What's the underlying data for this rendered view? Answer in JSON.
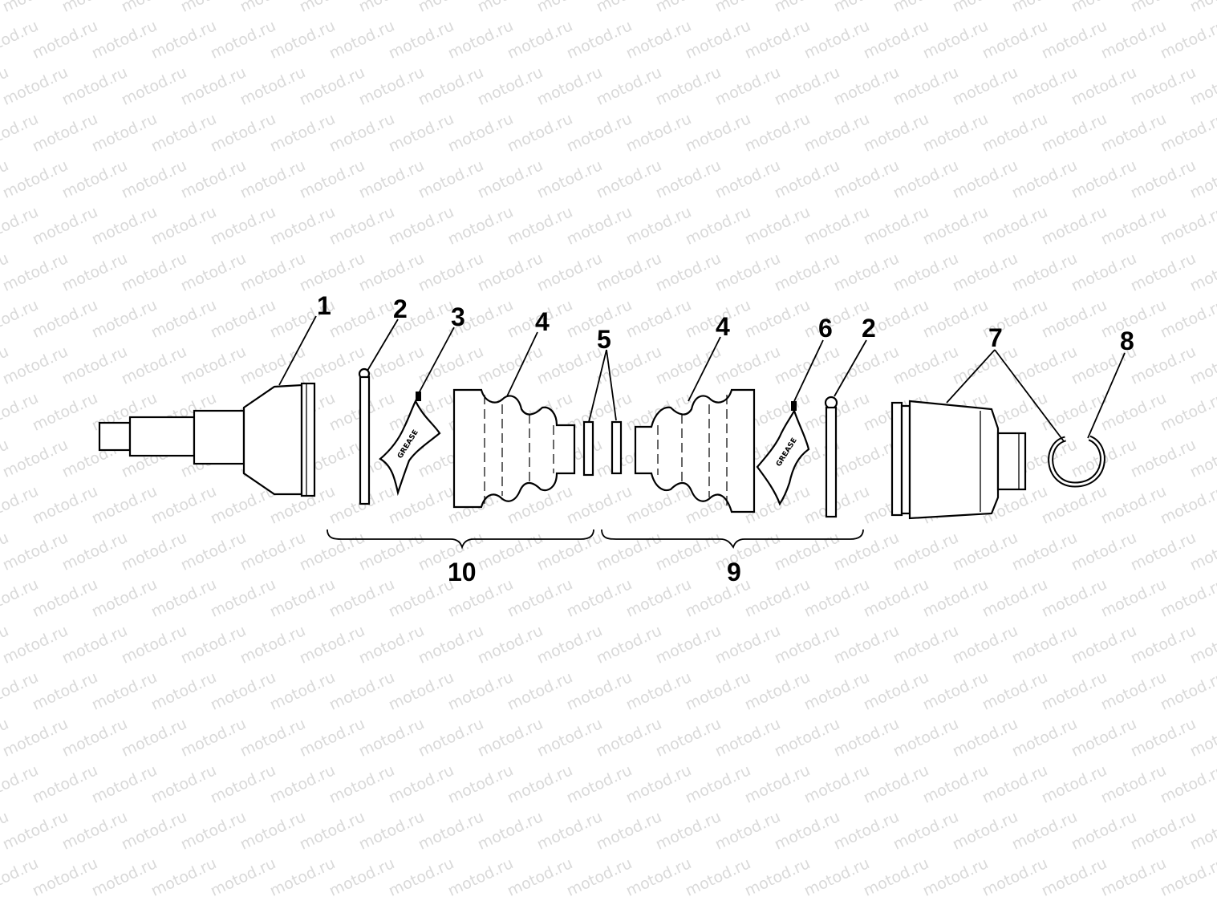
{
  "watermark": {
    "text": "motod.ru"
  },
  "callouts": {
    "c1": "1",
    "c2a": "2",
    "c3": "3",
    "c4a": "4",
    "c5": "5",
    "c4b": "4",
    "c6": "6",
    "c2b": "2",
    "c7": "7",
    "c8": "8",
    "c10": "10",
    "c9": "9"
  },
  "grease_packets": {
    "left": "GREASE",
    "right": "GREASE"
  }
}
